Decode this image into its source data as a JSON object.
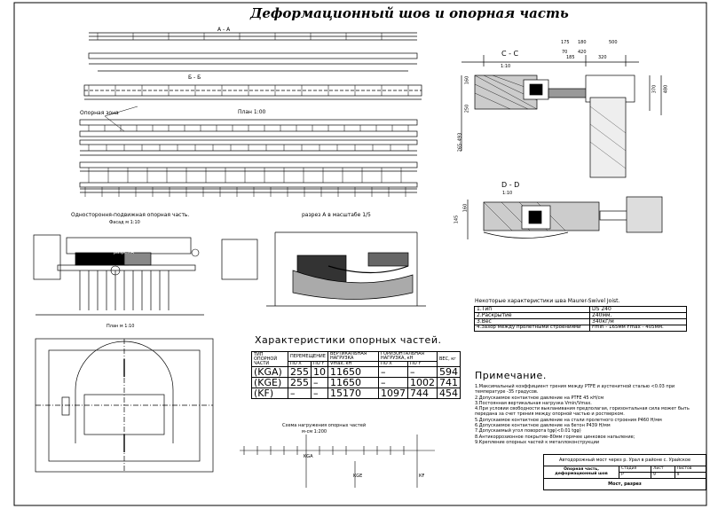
{
  "title": "Деформационный шов и опорная часть",
  "labels": {
    "section_aa": "А - А",
    "section_bb": "Б - Б",
    "support_zone": "Опорная зона",
    "plan": "План  1:00",
    "section_cc": "С - С",
    "scale_cc": "1:10",
    "section_dd": "D - D",
    "scale_dd": "1:10",
    "bearing_caption": "Одностороння-подвижная опорная часть.",
    "facade": "Фасад м 1:10",
    "detail_a": "разрез А",
    "plan_small": "План м 1:10",
    "cut_a": "разрез А в масштабе 1/5",
    "loads_caption": "Схема нагружения опорных частей",
    "loads_scale": "м-см 1:200",
    "kga": "KGA",
    "kge": "KGE",
    "kf": "КF"
  },
  "dims_cc": [
    "175",
    "180",
    "500",
    "70",
    "185",
    "420",
    "320",
    "160",
    "250",
    "265–493",
    "370",
    "480"
  ],
  "dims_dd": [
    "145",
    "160"
  ],
  "char_title": "Некоторые характеристики шва Maurer-Swivel Joist.",
  "char_rows": [
    [
      "1.Тип",
      "DS 240"
    ],
    [
      "2.Раскрытие",
      "240мм."
    ],
    [
      "3.Вес",
      "340кг/м"
    ],
    [
      "4.Зазор между пролетными строениями",
      "Fmin - 165мм  Fmax - 405мм."
    ]
  ],
  "bearing_title": "Характеристики опорных частей.",
  "bearing_headers": {
    "type": "ТИП ОПОРНОЙ ЧАСТИ",
    "move": "ПЕРЕМЕЩЕНИЕ",
    "move_x": "ПО X",
    "move_y": "ПО Y",
    "vert": "ВЕРТИКАЛЬНАЯ НАГРУЗКА",
    "vert_unit": "Vmax, кН",
    "hor": "ГОРИЗОНТАЛЬНАЯ НАГРУЗКА, кН",
    "hor_x": "ПО X",
    "hor_y": "ПО Y",
    "weight": "ВЕС, кг"
  },
  "bearing_rows": [
    [
      "(KGA)",
      "255",
      "10",
      "11650",
      "–",
      "–",
      "594"
    ],
    [
      "(KGE)",
      "255",
      "–",
      "11650",
      "–",
      "1002",
      "741"
    ],
    [
      "(KF)",
      "–",
      "–",
      "15170",
      "1097",
      "744",
      "454"
    ]
  ],
  "notes_title": "Примечание.",
  "notes": [
    "1.Максимальный коэффициент трения между PTFE и аустенитной сталью <0.03 при температуре -35 градусов.",
    "2.Допускаемое контактное давление на PTFE 45 кН/см",
    "3.Постоянная вертикальная нагрузка Vmin/Vmax.",
    "4.При условии свободности выкланивания предполагая, горизонтальная сила может быть передана за счет трения между опорной частью и ростверком.",
    "5.Допускаемое контактное давление на стали пролетного строения Р460 Н/мм",
    "6.Допускаемое контактное давление на бетон Р439 Н/мм",
    "7.Допускаемый угол поворота tgφ(<0.01 tgφ)",
    "8.Антикоррозионное покрытие–80мм горячее цинковое напыление;",
    "9.Крепление опорных частей к металлоконструкции"
  ],
  "stamp": {
    "project": "Автодорожный мост через р. Урал в районе с. Урайское",
    "sheet_name": "Опорная часть, деформационный шов",
    "stage": "Р",
    "sheet": "9",
    "sheets": "9",
    "footer": "Мост, разрез",
    "col_stage": "Стадия",
    "col_sheet": "Лист",
    "col_sheets": "Листов"
  }
}
